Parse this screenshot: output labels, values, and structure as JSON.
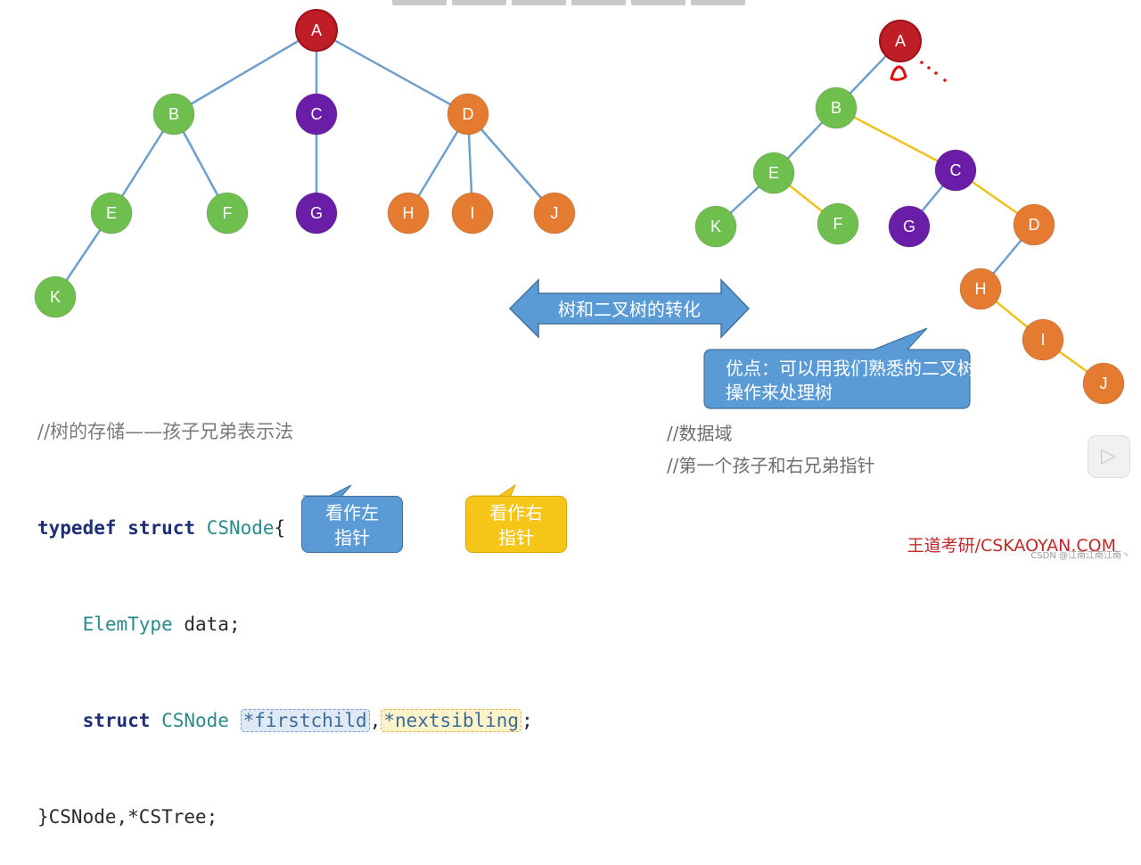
{
  "colors": {
    "green": "#6fbf4f",
    "purple": "#6a1ea8",
    "orange": "#e47b30",
    "red": "#c01e26",
    "blue_line": "#6f9fcc",
    "yellow_line": "#f0c11a"
  },
  "left_tree": {
    "nodes": [
      {
        "id": "A",
        "label": "A",
        "color": "red"
      },
      {
        "id": "B",
        "label": "B",
        "color": "green"
      },
      {
        "id": "C",
        "label": "C",
        "color": "purple"
      },
      {
        "id": "D",
        "label": "D",
        "color": "orange"
      },
      {
        "id": "E",
        "label": "E",
        "color": "green"
      },
      {
        "id": "F",
        "label": "F",
        "color": "green"
      },
      {
        "id": "G",
        "label": "G",
        "color": "purple"
      },
      {
        "id": "H",
        "label": "H",
        "color": "orange"
      },
      {
        "id": "I",
        "label": "I",
        "color": "orange"
      },
      {
        "id": "J",
        "label": "J",
        "color": "orange"
      },
      {
        "id": "K",
        "label": "K",
        "color": "green"
      }
    ],
    "edges": [
      [
        "A",
        "B"
      ],
      [
        "A",
        "C"
      ],
      [
        "A",
        "D"
      ],
      [
        "B",
        "E"
      ],
      [
        "B",
        "F"
      ],
      [
        "C",
        "G"
      ],
      [
        "D",
        "H"
      ],
      [
        "D",
        "I"
      ],
      [
        "D",
        "J"
      ],
      [
        "E",
        "K"
      ]
    ]
  },
  "right_tree": {
    "nodes": [
      {
        "id": "A",
        "label": "A",
        "color": "red"
      },
      {
        "id": "B",
        "label": "B",
        "color": "green"
      },
      {
        "id": "E",
        "label": "E",
        "color": "green"
      },
      {
        "id": "C",
        "label": "C",
        "color": "purple"
      },
      {
        "id": "K",
        "label": "K",
        "color": "green"
      },
      {
        "id": "F",
        "label": "F",
        "color": "green"
      },
      {
        "id": "G",
        "label": "G",
        "color": "purple"
      },
      {
        "id": "D",
        "label": "D",
        "color": "orange"
      },
      {
        "id": "H",
        "label": "H",
        "color": "orange"
      },
      {
        "id": "I",
        "label": "I",
        "color": "orange"
      },
      {
        "id": "J",
        "label": "J",
        "color": "orange"
      }
    ],
    "child_edges": [
      [
        "A",
        "B"
      ],
      [
        "B",
        "E"
      ],
      [
        "E",
        "K"
      ],
      [
        "C",
        "G"
      ],
      [
        "D",
        "H"
      ]
    ],
    "sibling_edges": [
      [
        "B",
        "C"
      ],
      [
        "E",
        "F"
      ],
      [
        "C",
        "D"
      ],
      [
        "H",
        "I"
      ],
      [
        "I",
        "J"
      ]
    ]
  },
  "arrow_label": "树和二叉树的转化",
  "advantage_callout": "优点：可以用我们熟悉的二叉树操作来处理树",
  "code": {
    "comment": "//树的存储——孩子兄弟表示法",
    "kw_typedef": "typedef",
    "kw_struct": "struct",
    "type_csnode": "CSNode",
    "brace_open": "{",
    "elemtype": "ElemType",
    "data_field": " data;",
    "firstchild": "*firstchild",
    "comma": ",",
    "nextsibling": "*nextsibling",
    "semicolon": ";",
    "closing": "}CSNode,*CSTree;"
  },
  "comment_data_field": "//数据域",
  "comment_pointers": "//第一个孩子和右兄弟指针",
  "left_pointer_callout": "看作左指针",
  "right_pointer_callout": "看作右指针",
  "brand": "王道考研/CSKAOYAN.COM",
  "credit": "CSDN @江南江南江南丶"
}
